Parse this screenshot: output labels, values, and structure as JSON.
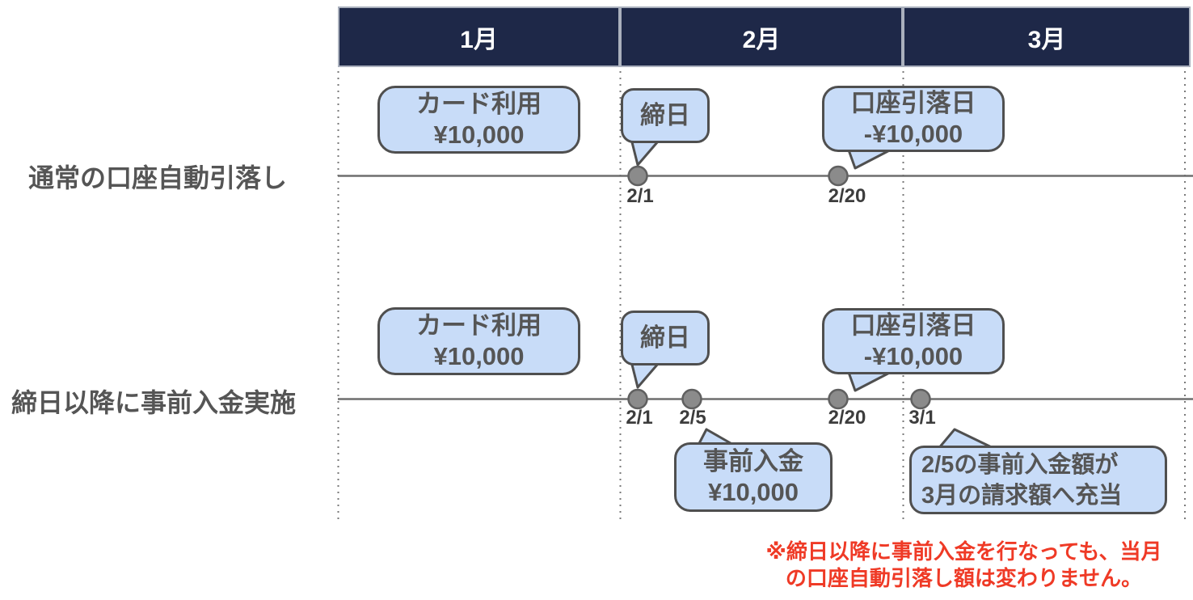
{
  "header": {
    "months": [
      {
        "label": "1月"
      },
      {
        "label": "2月"
      },
      {
        "label": "3月"
      }
    ]
  },
  "row1": {
    "label": "通常の口座自動引落し",
    "card_usage": {
      "line1": "カード利用",
      "line2": "¥10,000"
    },
    "closing_label": "締日",
    "withdrawal": {
      "line1": "口座引落日",
      "line2": "-¥10,000"
    },
    "dates": [
      "2/1",
      "2/20"
    ]
  },
  "row2": {
    "label": "締日以降に事前入金実施",
    "card_usage": {
      "line1": "カード利用",
      "line2": "¥10,000"
    },
    "closing_label": "締日",
    "withdrawal": {
      "line1": "口座引落日",
      "line2": "-¥10,000"
    },
    "predeposit": {
      "line1": "事前入金",
      "line2": "¥10,000"
    },
    "allocation": {
      "line1": "2/5の事前入金額が",
      "line2": "3月の請求額へ充当"
    },
    "dates": [
      "2/1",
      "2/5",
      "2/20",
      "3/1"
    ]
  },
  "note": {
    "line1": "※締日以降に事前入金を行なっても、当月",
    "line2": "の口座自動引落し額は変わりません。"
  },
  "colors": {
    "header_bg": "#1e2848",
    "header_text": "#ffffff",
    "bubble_bg": "#c8dcf8",
    "bubble_border": "#4f4f4f",
    "text_gray": "#555555",
    "date_text": "#3d3d3d",
    "line_gray": "#6e6e6e",
    "dot_fill": "#8b8b8b",
    "dot_stroke": "#606060",
    "dotted_line": "#7a7a7a",
    "note_red": "#ef3a26"
  }
}
